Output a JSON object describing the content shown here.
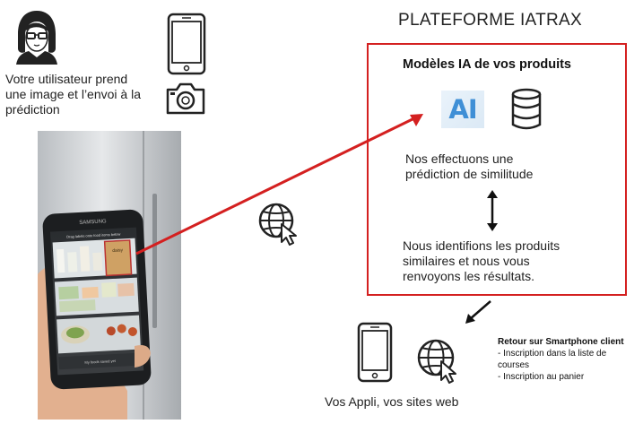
{
  "platform": {
    "title": "PLATEFORME IATRAX",
    "box_title": "Modèles IA de vos produits",
    "ai_badge": "AI"
  },
  "user": {
    "caption_line1": "Votre utilisateur prend",
    "caption_line2": "une image et l’envoi à la",
    "caption_line3": "prédiction"
  },
  "prediction": {
    "line1": "Nos effectuons une",
    "line2": "prédiction de similitude"
  },
  "results": {
    "line1": "Nous identifions les produits",
    "line2": "similaires et nous vous",
    "line3": "renvoyons les résultats."
  },
  "apps": {
    "caption": "Vos Appli, vos sites web"
  },
  "retour": {
    "title": "Retour sur Smartphone client",
    "item1_line1": "- Inscription dans la liste de",
    "item1_line2": "courses",
    "item2": "- Inscription au panier"
  },
  "phone_screen": {
    "brand": "SAMSUNG",
    "banner": "Drag labels onto food items below",
    "footer": "My foods saved yet",
    "product_label": "daisy"
  },
  "colors": {
    "arrow": "#d42020",
    "box_border": "#d42020",
    "ai_blue": "#3f8fd6"
  },
  "icons": [
    "woman-avatar-icon",
    "smartphone-icon",
    "camera-icon",
    "globe-cursor-icon",
    "ai-icon",
    "database-icon",
    "double-arrow-icon",
    "diagonal-arrow-icon"
  ]
}
